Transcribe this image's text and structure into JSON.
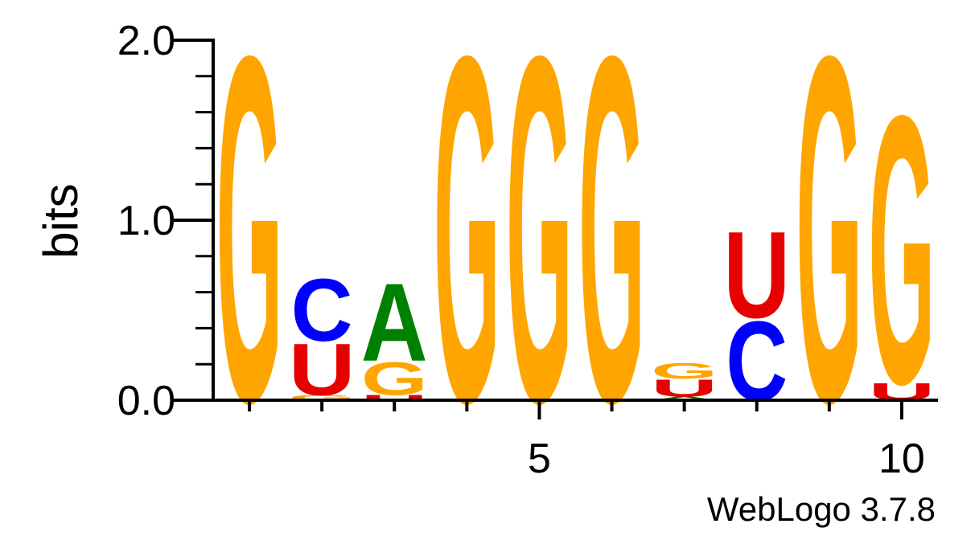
{
  "chart_data": {
    "type": "sequence-logo",
    "ylabel": "bits",
    "ylim": [
      0,
      2
    ],
    "yticks": [
      {
        "value": 0,
        "label": "0.0"
      },
      {
        "value": 1,
        "label": "1.0"
      },
      {
        "value": 2,
        "label": "2.0"
      }
    ],
    "xlim": [
      0.5,
      10.5
    ],
    "xticks": [
      {
        "value": 5,
        "label": "5"
      },
      {
        "value": 10,
        "label": "10"
      }
    ],
    "colors": {
      "G": "#FFA500",
      "U": "#E60000",
      "C": "#0000FF",
      "A": "#008000"
    },
    "positions": [
      {
        "position": 1,
        "stack": [
          {
            "letter": "G",
            "bits": 2.0
          }
        ]
      },
      {
        "position": 2,
        "stack": [
          {
            "letter": "G",
            "bits": 0.03
          },
          {
            "letter": "U",
            "bits": 0.3
          },
          {
            "letter": "C",
            "bits": 0.36
          }
        ]
      },
      {
        "position": 3,
        "stack": [
          {
            "letter": "U",
            "bits": 0.03
          },
          {
            "letter": "G",
            "bits": 0.19
          },
          {
            "letter": "A",
            "bits": 0.45
          }
        ]
      },
      {
        "position": 4,
        "stack": [
          {
            "letter": "G",
            "bits": 2.0
          }
        ]
      },
      {
        "position": 5,
        "stack": [
          {
            "letter": "G",
            "bits": 2.0
          }
        ]
      },
      {
        "position": 6,
        "stack": [
          {
            "letter": "G",
            "bits": 2.0
          }
        ]
      },
      {
        "position": 7,
        "stack": [
          {
            "letter": "A",
            "bits": 0.02
          },
          {
            "letter": "U",
            "bits": 0.1
          },
          {
            "letter": "G",
            "bits": 0.09
          }
        ]
      },
      {
        "position": 8,
        "stack": [
          {
            "letter": "C",
            "bits": 0.46
          },
          {
            "letter": "U",
            "bits": 0.5
          }
        ]
      },
      {
        "position": 9,
        "stack": [
          {
            "letter": "G",
            "bits": 2.0
          }
        ]
      },
      {
        "position": 10,
        "stack": [
          {
            "letter": "U",
            "bits": 0.1
          },
          {
            "letter": "G",
            "bits": 1.55
          }
        ]
      }
    ]
  },
  "credit": "WebLogo 3.7.8"
}
